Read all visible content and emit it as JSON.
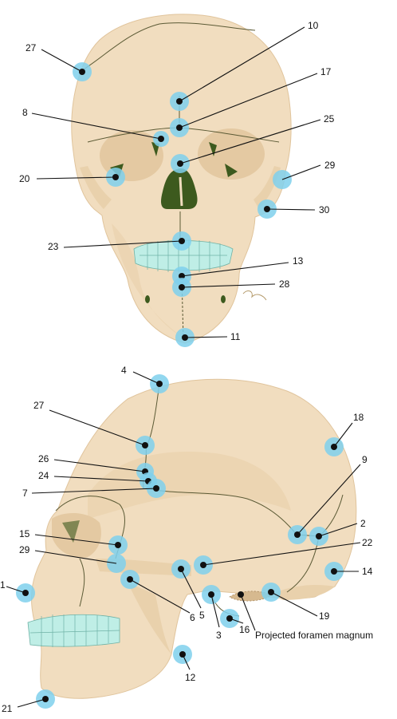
{
  "top_labels": [
    "10",
    "27",
    "17",
    "8",
    "25",
    "20",
    "29",
    "30",
    "23",
    "13",
    "28",
    "11"
  ],
  "bottom_labels": [
    "4",
    "27",
    "18",
    "26",
    "24",
    "7",
    "9",
    "2",
    "15",
    "22",
    "29",
    "14",
    "1",
    "6",
    "5",
    "19",
    "3",
    "16",
    "12",
    "21"
  ],
  "foramen_label": "Projected foramen magnum",
  "colors": {
    "highlight": "#7fd0ec",
    "bone": "#f1ddbf",
    "suture": "#5b5a35",
    "orbit": "#3d5a1e",
    "teeth": "#bfeee6"
  }
}
